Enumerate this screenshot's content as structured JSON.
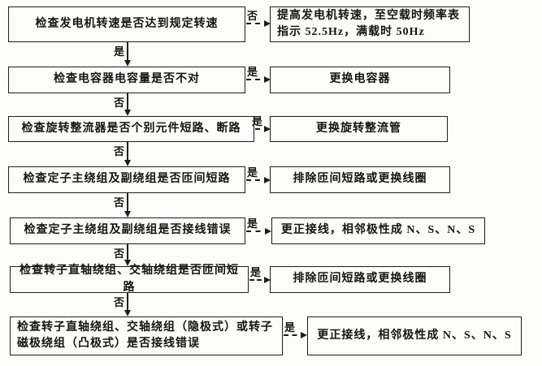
{
  "flow": {
    "description_labels": {
      "yes": "是",
      "no": "否"
    },
    "colors": {
      "line": "#1d1d1b",
      "background": "#fcfcfa",
      "text": "#151513"
    },
    "rows": [
      {
        "check": "检查发电机转速是否达到规定转速",
        "branch_label": "否",
        "action": "提高发电机转速，至空载时频率表\n指示 52.5Hz，满载时 50Hz",
        "down_label": "是"
      },
      {
        "check": "检查电容器电容量是否不对",
        "branch_label": "是",
        "action": "更换电容器",
        "down_label": "否"
      },
      {
        "check": "检查旋转整流器是否个别元件短路、断路",
        "branch_label": "是",
        "action": "更换旋转整流管",
        "down_label": "否"
      },
      {
        "check": "检查定子主绕组及副绕组是否匝间短路",
        "branch_label": "是",
        "action": "排除匝间短路或更换线圈",
        "down_label": "否"
      },
      {
        "check": "检查定子主绕组及副绕组是否接线错误",
        "branch_label": "是",
        "action": "更正接线，相邻极性成 N、S、N、S",
        "down_label": "否"
      },
      {
        "check": "检查转子直轴绕组、交轴绕组是否匝间短路",
        "branch_label": "是",
        "action": "排除匝间短路或更换线圈",
        "down_label": "否"
      },
      {
        "check": "检查转子直轴绕组、交轴绕组（隐极式）或转子\n磁极绕组（凸极式）是否接线错误",
        "branch_label": "是",
        "action": "更正接线，相邻极性成 N、S、N、S"
      }
    ]
  }
}
